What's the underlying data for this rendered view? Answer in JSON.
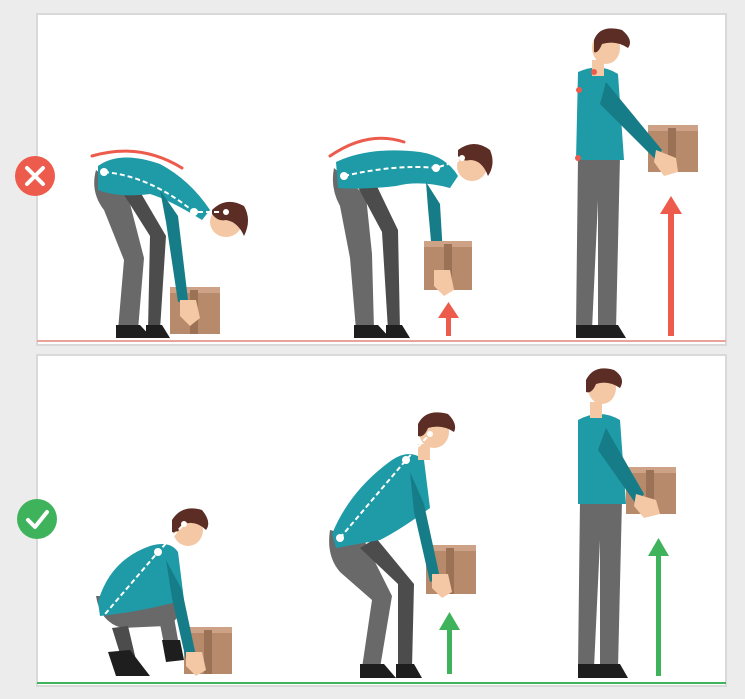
{
  "rows": [
    {
      "id": "incorrect",
      "verdict_icon": "cross-icon",
      "status_color": "#ec5b4b",
      "arrow_color": "#ec5b4b",
      "ground_color": "#e9a39a",
      "arrow_sizes": [
        "small",
        "large"
      ]
    },
    {
      "id": "correct",
      "verdict_icon": "check-icon",
      "status_color": "#3fb35c",
      "arrow_color": "#3fb35c",
      "ground_color": "#3fb35c",
      "arrow_sizes": [
        "small",
        "large"
      ]
    }
  ],
  "figures": [
    {
      "row": "incorrect",
      "step": 1,
      "pose": "bent-back-reach"
    },
    {
      "row": "incorrect",
      "step": 2,
      "pose": "bent-back-lift"
    },
    {
      "row": "incorrect",
      "step": 3,
      "pose": "standing-hold"
    },
    {
      "row": "correct",
      "step": 1,
      "pose": "squat-reach"
    },
    {
      "row": "correct",
      "step": 2,
      "pose": "half-squat-lift"
    },
    {
      "row": "correct",
      "step": 3,
      "pose": "standing-hold"
    }
  ],
  "colors": {
    "shirt": "#1f9aa7",
    "shirt_dark": "#167c87",
    "pants": "#696969",
    "pants_dark": "#4c4c4c",
    "skin": "#f4c8a4",
    "skin_dark": "#e7b08a",
    "hair": "#5b2d24",
    "shoe": "#1e1e1e",
    "box": "#b88a6c",
    "box_dark": "#9c7256",
    "box_light": "#cda286",
    "curve_warning": "#ec5b4b"
  }
}
